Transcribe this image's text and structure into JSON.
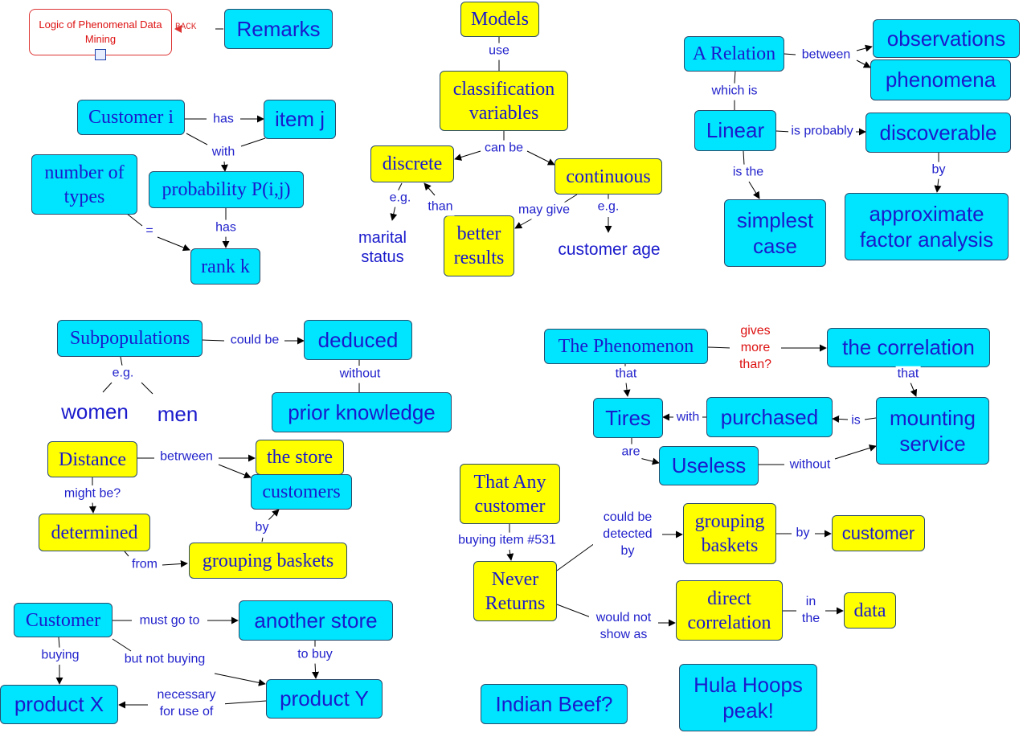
{
  "header": {
    "reference_title": "Logic of Phenomenal Data Mining",
    "back_label": "BACK",
    "remarks_label": "Remarks"
  },
  "nodes": {
    "models": "Models",
    "classification_variables": "classification variables",
    "discrete": "discrete",
    "continuous": "continuous",
    "better_results": "better results",
    "marital_status": "marital status",
    "customer_age": "customer age",
    "a_relation": "A Relation",
    "observations": "observations",
    "phenomena": "phenomena",
    "linear": "Linear",
    "discoverable": "discoverable",
    "simplest_case": "simplest case",
    "approximate_factor_analysis": "approximate factor analysis",
    "customer_i": "Customer i",
    "item_j": "item j",
    "probability": "probability P(i,j)",
    "number_of_types": "number of types",
    "rank_k": "rank k",
    "subpopulations": "Subpopulations",
    "deduced": "deduced",
    "prior_knowledge": "prior knowledge",
    "women": "women",
    "men": "men",
    "distance": "Distance",
    "the_store": "the store",
    "customers": "customers",
    "determined": "determined",
    "grouping_baskets_left": "grouping baskets",
    "customer_bottom": "Customer",
    "another_store": "another store",
    "product_x": "product X",
    "product_y": "product Y",
    "the_phenomenon": "The Phenomenon",
    "the_correlation": "the correlation",
    "tires": "Tires",
    "purchased": "purchased",
    "mounting_service": "mounting service",
    "useless": "Useless",
    "that_any_customer": "That Any customer",
    "never_returns": "Never Returns",
    "grouping_baskets_right": "grouping baskets",
    "customer_right": "customer",
    "direct_correlation": "direct correlation",
    "data": "data",
    "indian_beef": "Indian Beef?",
    "hula_hoops": "Hula Hoops peak!"
  },
  "links": {
    "use": "use",
    "can_be": "can be",
    "eg_discrete": "e.g.",
    "than": "than",
    "may_give": "may give",
    "eg_continuous": "e.g.",
    "between": "between",
    "which_is": "which is",
    "is_probably": "is probably",
    "is_the": "is the",
    "by_factor": "by",
    "has_item": "has",
    "with": "with",
    "has_rank": "has",
    "equals": "=",
    "could_be": "could be",
    "eg_subpop": "e.g.",
    "without_prior": "without",
    "betrween": "betrween",
    "might_be": "might be?",
    "by_grouping": "by",
    "from": "from",
    "must_go_to": "must go to",
    "buying": "buying",
    "but_not_buying": "but not buying",
    "to_buy": "to buy",
    "necessary_for_use_of": "necessary for use of",
    "gives_more_than": "gives more than?",
    "that_tires": "that",
    "that_mounting": "that",
    "is": "is",
    "with_tires": "with",
    "are": "are",
    "without_mounting": "without",
    "buying_item": "buying item #531",
    "could_be_detected_by": "could be detected by",
    "by_customer": "by",
    "would_not_show_as": "would not show as",
    "in_the": "in the"
  },
  "colors": {
    "cyan_node": "#00e5ff",
    "yellow_node": "#ffff00",
    "node_text": "#1a1acc",
    "link_text": "#2222cc",
    "highlight_link": "#dd1111"
  }
}
